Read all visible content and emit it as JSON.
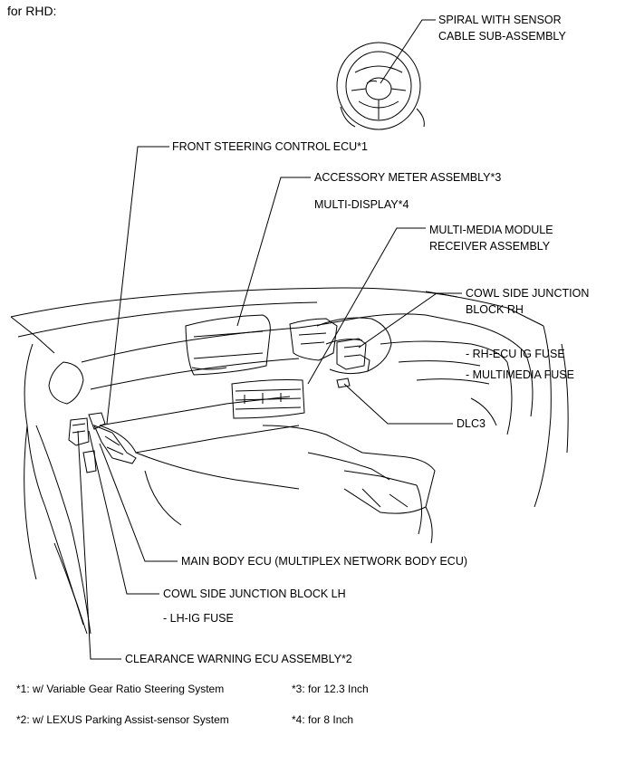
{
  "header": "for RHD:",
  "labels": {
    "spiral_line1": "SPIRAL WITH SENSOR",
    "spiral_line2": "CABLE SUB-ASSEMBLY",
    "front_steering": "FRONT STEERING CONTROL ECU*1",
    "accessory_meter": "ACCESSORY METER ASSEMBLY*3",
    "multi_display": "MULTI-DISPLAY*4",
    "multimedia_line1": "MULTI-MEDIA MODULE",
    "multimedia_line2": "RECEIVER ASSEMBLY",
    "cowl_rh_line1": "COWL SIDE JUNCTION",
    "cowl_rh_line2": "BLOCK RH",
    "rh_ecu_fuse": "- RH-ECU IG FUSE",
    "multimedia_fuse": "- MULTIMEDIA FUSE",
    "dlc3": "DLC3",
    "main_body_ecu": "MAIN BODY ECU (MULTIPLEX NETWORK BODY ECU)",
    "cowl_lh": "COWL SIDE JUNCTION BLOCK LH",
    "lh_ig_fuse": "- LH-IG FUSE",
    "clearance_warning": "CLEARANCE WARNING ECU ASSEMBLY*2"
  },
  "footnotes": {
    "n1": "*1: w/ Variable Gear Ratio Steering System",
    "n2": "*2: w/ LEXUS Parking Assist-sensor System",
    "n3": "*3: for 12.3 Inch",
    "n4": "*4: for 8 Inch"
  }
}
